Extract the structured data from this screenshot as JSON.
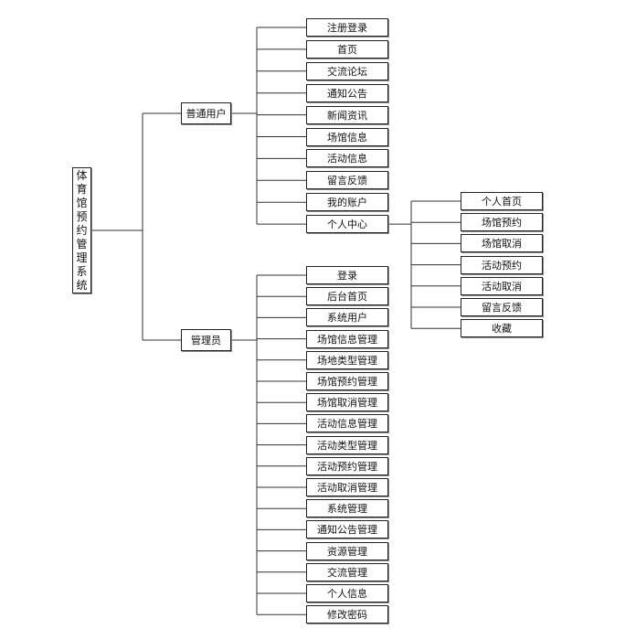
{
  "root": {
    "label": "体育馆预约管理系统"
  },
  "branches": [
    {
      "label": "普通用户",
      "items": [
        {
          "label": "注册登录"
        },
        {
          "label": "首页"
        },
        {
          "label": "交流论坛"
        },
        {
          "label": "通知公告"
        },
        {
          "label": "新闻资讯"
        },
        {
          "label": "场馆信息"
        },
        {
          "label": "活动信息"
        },
        {
          "label": "留言反馈"
        },
        {
          "label": "我的账户"
        },
        {
          "label": "个人中心",
          "children": [
            {
              "label": "个人首页"
            },
            {
              "label": "场馆预约"
            },
            {
              "label": "场馆取消"
            },
            {
              "label": "活动预约"
            },
            {
              "label": "活动取消"
            },
            {
              "label": "留言反馈"
            },
            {
              "label": "收藏"
            }
          ]
        }
      ]
    },
    {
      "label": "管理员",
      "items": [
        {
          "label": "登录"
        },
        {
          "label": "后台首页"
        },
        {
          "label": "系统用户"
        },
        {
          "label": "场馆信息管理"
        },
        {
          "label": "场地类型管理"
        },
        {
          "label": "场馆预约管理"
        },
        {
          "label": "场馆取消管理"
        },
        {
          "label": "活动信息管理"
        },
        {
          "label": "活动类型管理"
        },
        {
          "label": "活动预约管理"
        },
        {
          "label": "活动取消管理"
        },
        {
          "label": "系统管理"
        },
        {
          "label": "通知公告管理"
        },
        {
          "label": "资源管理"
        },
        {
          "label": "交流管理"
        },
        {
          "label": "个人信息"
        },
        {
          "label": "修改密码"
        }
      ]
    }
  ]
}
